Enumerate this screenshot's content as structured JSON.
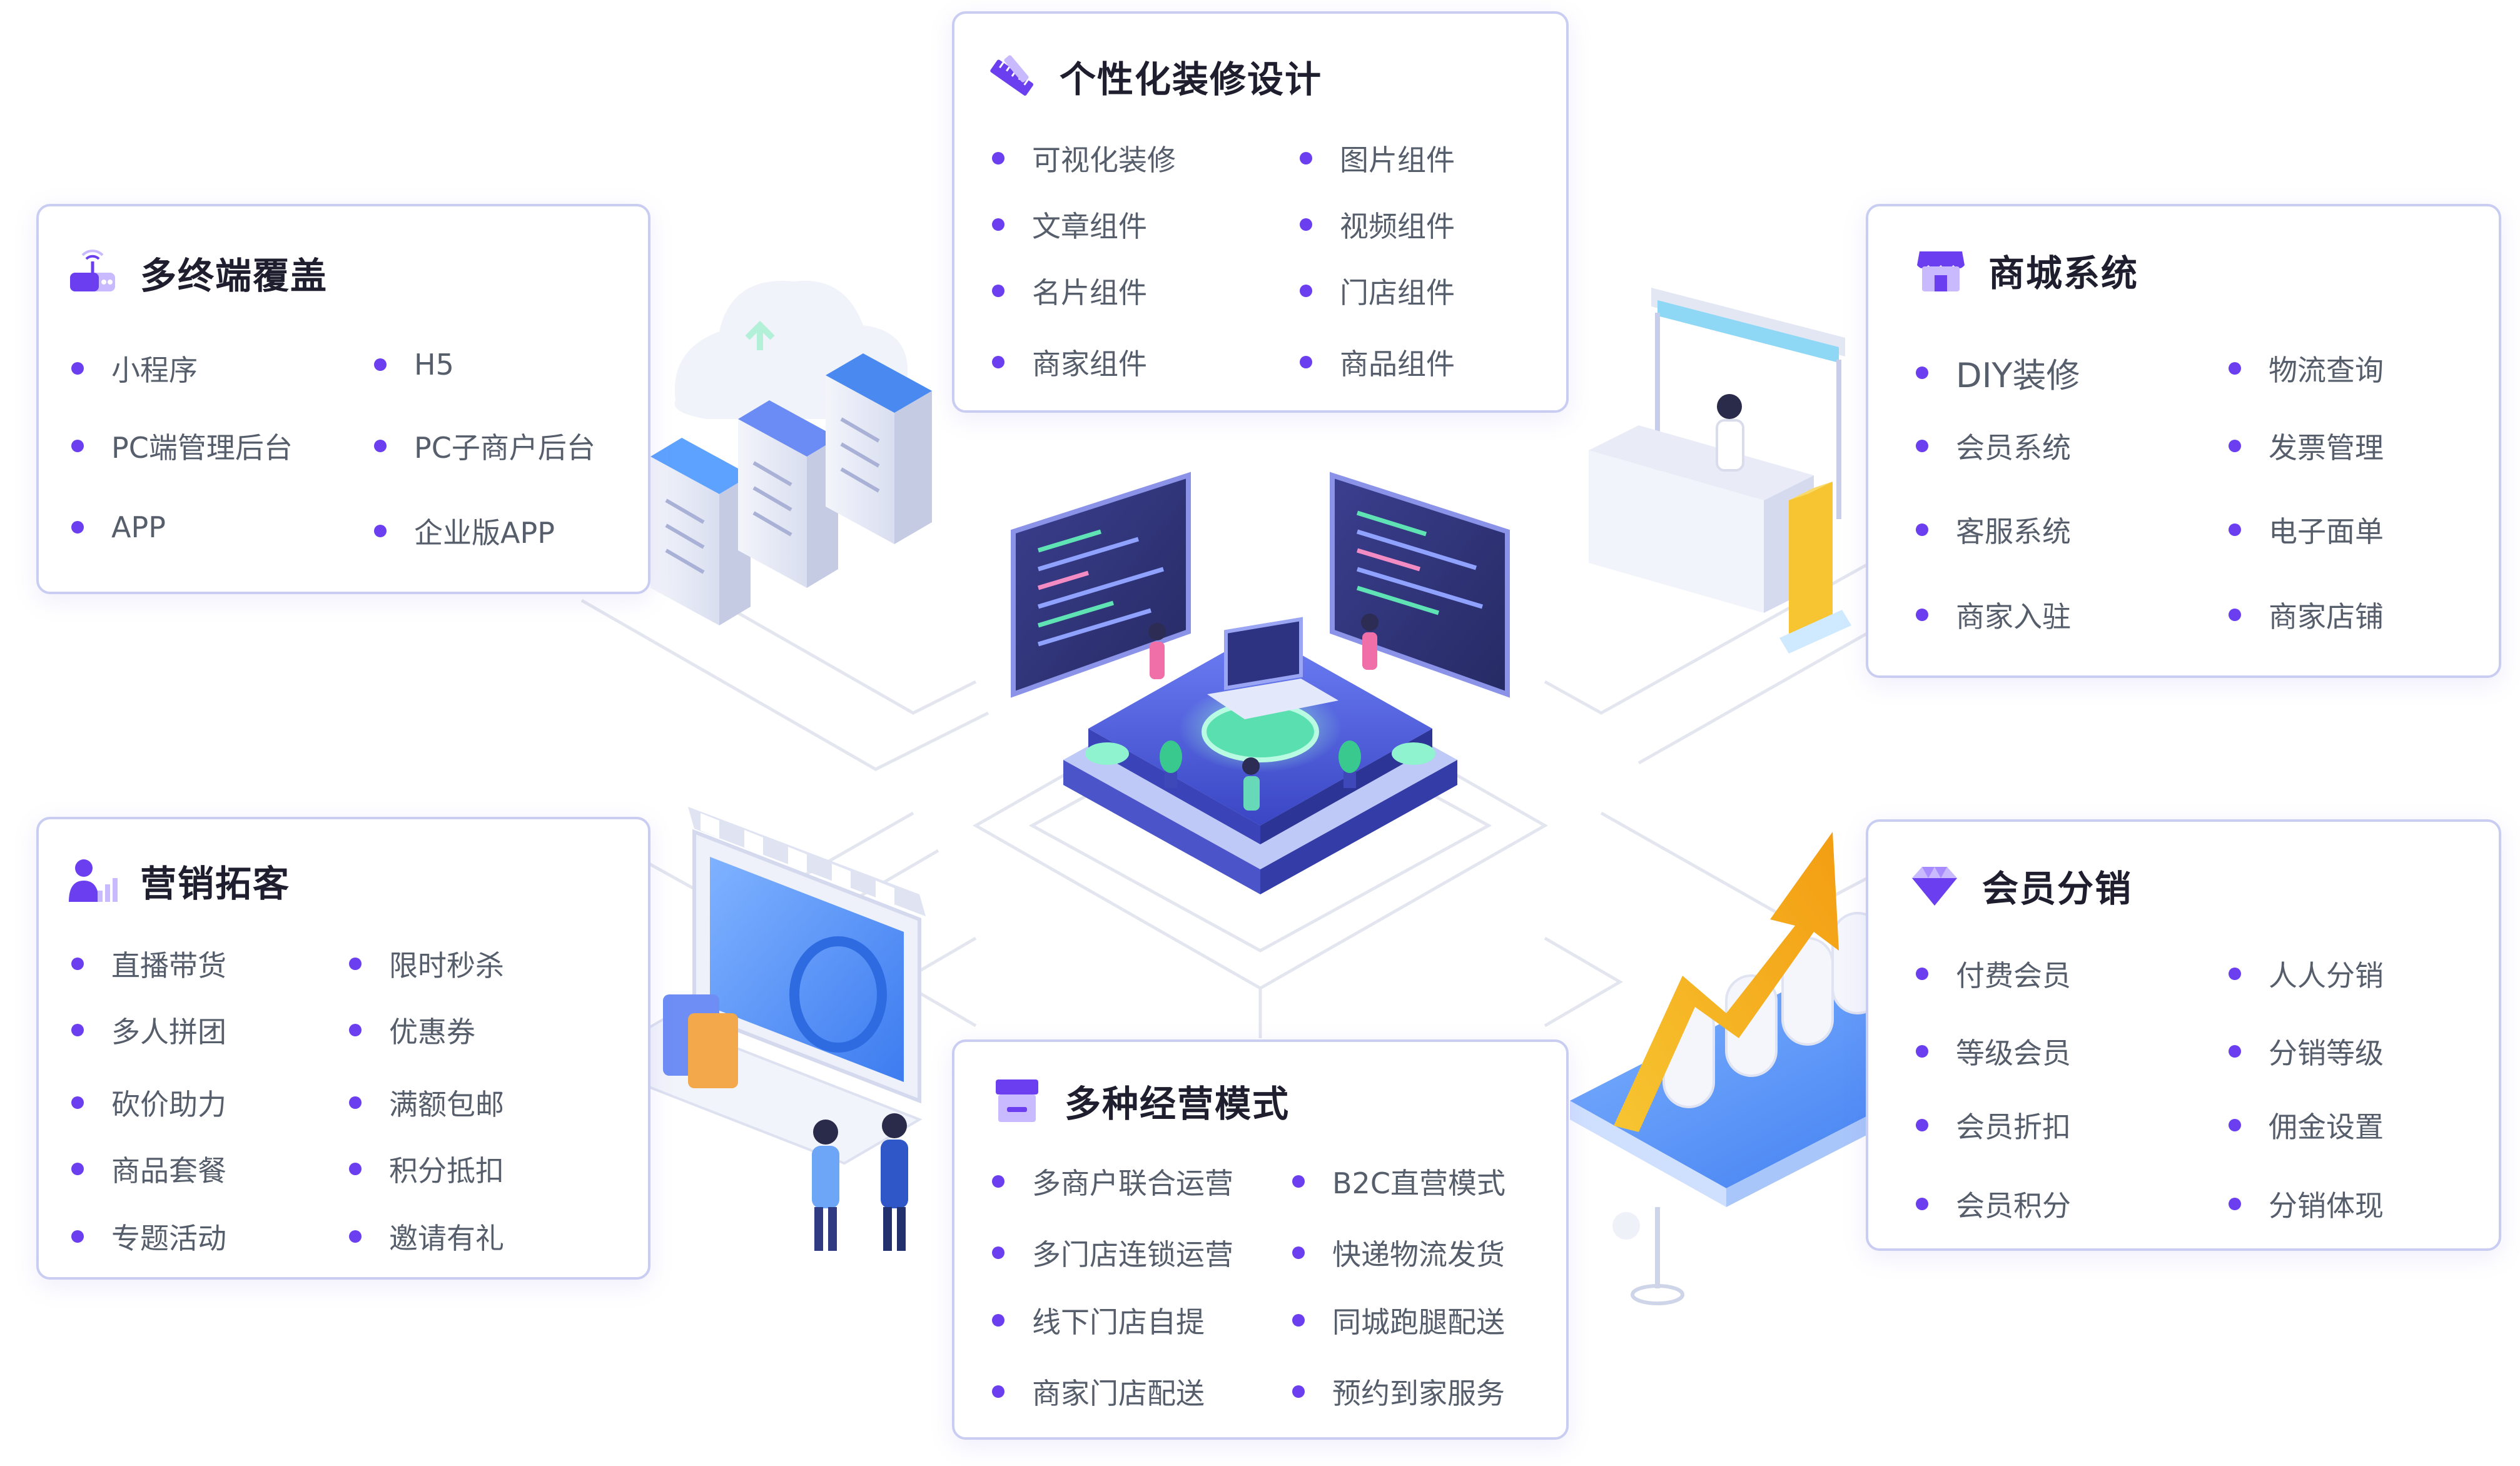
{
  "accent_color": "#6b3ff0",
  "cards": {
    "decor": {
      "title": "个性化装修设计",
      "icon": "ruler-pencil-icon",
      "items": [
        "可视化装修",
        "图片组件",
        "文章组件",
        "视频组件",
        "名片组件",
        "门店组件",
        "商家组件",
        "商品组件"
      ]
    },
    "terminal": {
      "title": "多终端覆盖",
      "icon": "router-device-icon",
      "items": [
        "小程序",
        "H5",
        "PC端管理后台",
        "PC子商户后台",
        "APP",
        "企业版APP"
      ]
    },
    "mall": {
      "title": "商城系统",
      "icon": "storefront-icon",
      "items": [
        "DIY装修",
        "物流查询",
        "会员系统",
        "发票管理",
        "客服系统",
        "电子面单",
        "商家入驻",
        "商家店铺"
      ]
    },
    "marketing": {
      "title": "营销拓客",
      "icon": "user-growth-icon",
      "items": [
        "直播带货",
        "限时秒杀",
        "多人拼团",
        "优惠券",
        "砍价助力",
        "满额包邮",
        "商品套餐",
        "积分抵扣",
        "专题活动",
        "邀请有礼"
      ]
    },
    "distribution": {
      "title": "会员分销",
      "icon": "diamond-icon",
      "items": [
        "付费会员",
        "人人分销",
        "等级会员",
        "分销等级",
        "会员折扣",
        "佣金设置",
        "会员积分",
        "分销体现"
      ]
    },
    "business": {
      "title": "多种经营模式",
      "icon": "shop-counter-icon",
      "items": [
        "多商户联合运营",
        "B2C直营模式",
        "多门店连锁运营",
        "快递物流发货",
        "线下门店自提",
        "同城跑腿配送",
        "商家门店配送",
        "预约到家服务"
      ]
    }
  }
}
